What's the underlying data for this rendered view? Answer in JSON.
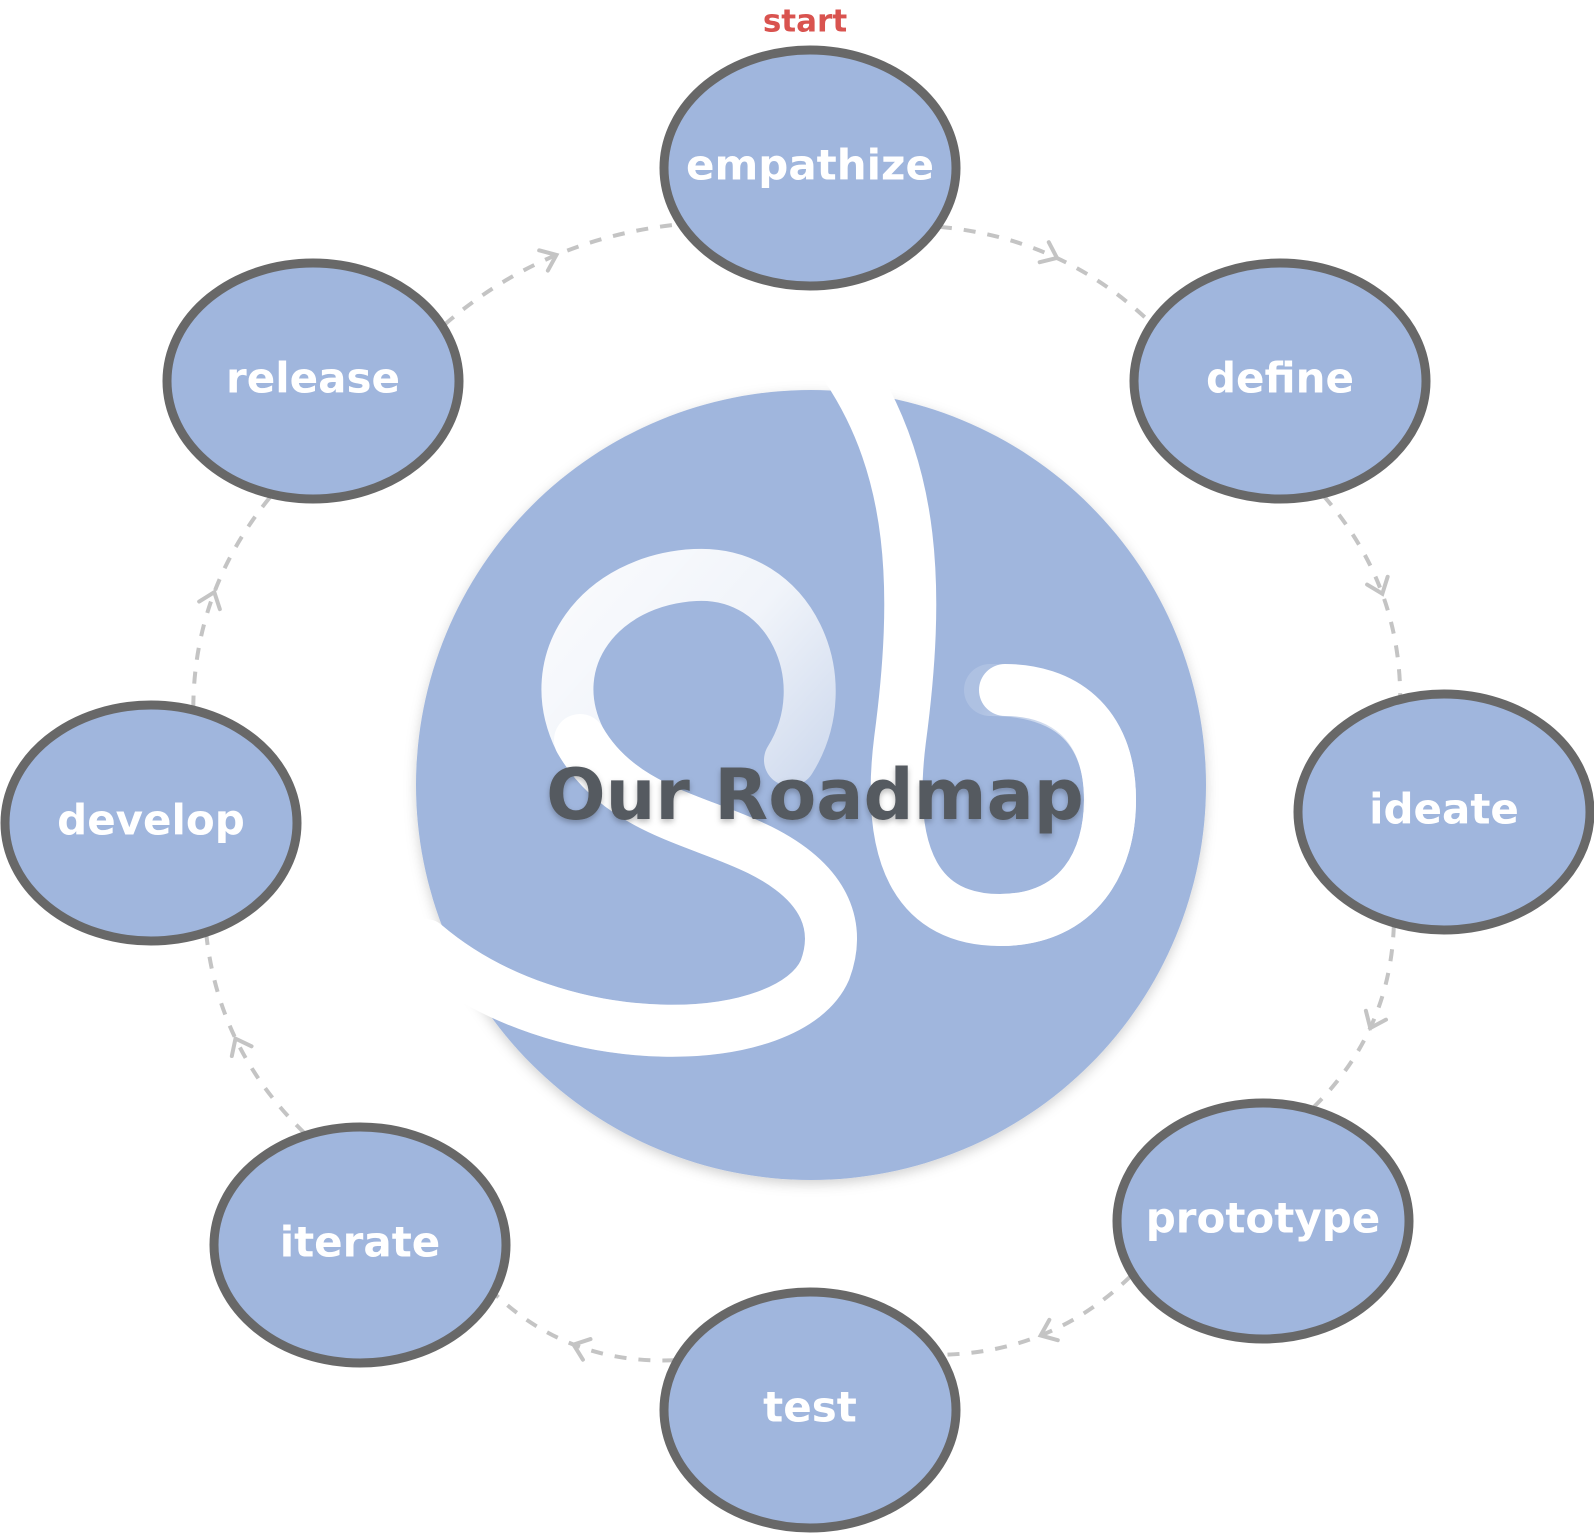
{
  "diagram": {
    "title": "Our Roadmap",
    "start_label": "start",
    "steps": [
      {
        "label": "empathize"
      },
      {
        "label": "define"
      },
      {
        "label": "ideate"
      },
      {
        "label": "prototype"
      },
      {
        "label": "test"
      },
      {
        "label": "iterate"
      },
      {
        "label": "develop"
      },
      {
        "label": "release"
      }
    ]
  },
  "colors": {
    "node_fill": "#a0b6dd",
    "node_stroke": "#686868",
    "center_fill": "#a0b6dd",
    "connector": "#c4c4c4",
    "start_label": "#d9534f",
    "label_text": "#ffffff",
    "title_text": "#555a60"
  }
}
